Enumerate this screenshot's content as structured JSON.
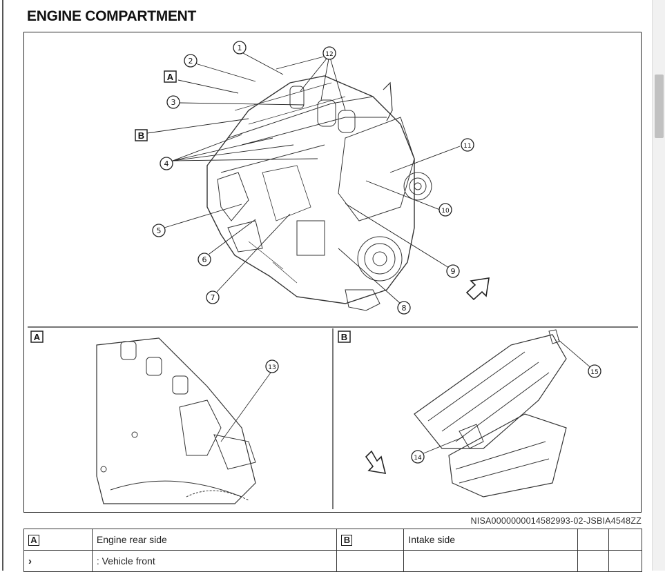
{
  "page": {
    "title": "ENGINE COMPARTMENT",
    "figure_id": "NISA0000000014582993-02-JSBIA4548ZZ"
  },
  "figure": {
    "callouts": [
      "1",
      "2",
      "3",
      "4",
      "5",
      "6",
      "7",
      "8",
      "9",
      "10",
      "11",
      "12"
    ],
    "view_letters": [
      "A",
      "B"
    ],
    "panel_a": {
      "letter": "A",
      "callouts": [
        "13"
      ]
    },
    "panel_b": {
      "letter": "B",
      "callouts": [
        "14",
        "15"
      ]
    }
  },
  "legend": {
    "rows": [
      [
        {
          "boxed": "A"
        },
        {
          "text": "Engine rear side"
        },
        {
          "boxed": "B"
        },
        {
          "text": "Intake side"
        },
        {
          "text": ""
        },
        {
          "text": ""
        }
      ],
      [
        {
          "icon": "›"
        },
        {
          "text": ": Vehicle front"
        },
        {
          "text": ""
        },
        {
          "text": ""
        },
        {
          "text": ""
        },
        {
          "text": ""
        }
      ]
    ]
  }
}
